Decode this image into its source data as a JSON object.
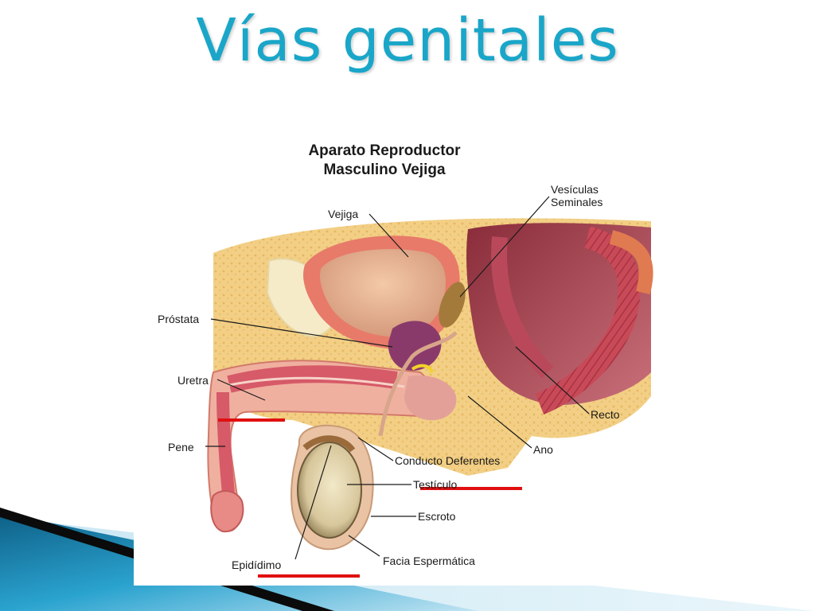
{
  "slide": {
    "title": "Vías genitales"
  },
  "diagram": {
    "title_line1": "Aparato Reproductor",
    "title_line2": "Masculino Vejiga",
    "labels": {
      "vejiga": "Vejiga",
      "vesiculas_1": "Vesículas",
      "vesiculas_2": "Seminales",
      "prostata": "Próstata",
      "uretra": "Uretra",
      "recto": "Recto",
      "pene": "Pene",
      "ano": "Ano",
      "conducto": "Conducto Deferentes",
      "testiculo": "Testículo",
      "escroto": "Escroto",
      "epididimo": "Epidídimo",
      "facia": "Facia Espermática"
    }
  },
  "colors": {
    "title": "#1aa6c8",
    "underline": "#e01010",
    "deco_blue": "#1e8fb5",
    "deco_dark": "#0b0b0b"
  }
}
